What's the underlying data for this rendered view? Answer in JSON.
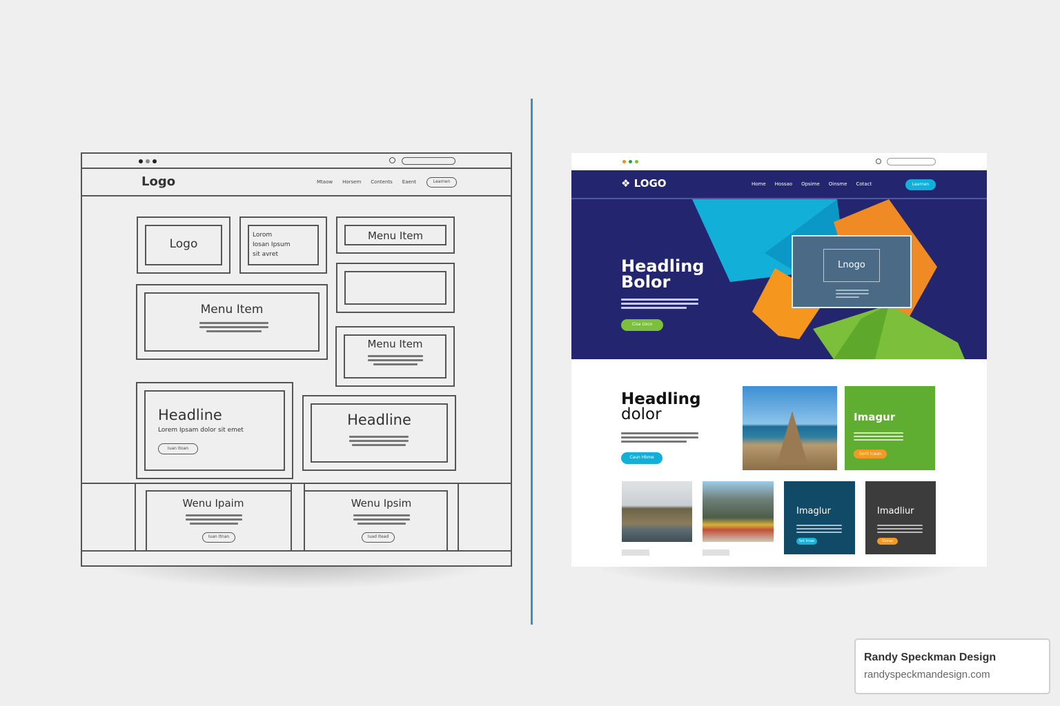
{
  "wireframe": {
    "nav_logo": "Logo",
    "nav_items": [
      "Mtaow",
      "Horsem",
      "Contents",
      "Eaent"
    ],
    "nav_button": "Learnen",
    "logo_box": "Logo",
    "text_box": [
      "Lorom",
      "Iosan Ipsum",
      "sit avret"
    ],
    "menu_items": [
      "Menu Item",
      "Menu Item",
      "Menu Item"
    ],
    "headline_left": "Headline",
    "headline_left_sub": "Lorem Ipsam dolor sit emet",
    "headline_left_button": "Iuan Itoan",
    "headline_right": "Headline",
    "card_titles": [
      "Wenu Ipaim",
      "Wenu Ipsim"
    ],
    "card_buttons": [
      "Iuan Itnan",
      "Iuad Itead"
    ]
  },
  "mockup": {
    "nav_logo": "LOGO",
    "nav_items": [
      "Home",
      "Hossao",
      "Opsime",
      "Oinsme",
      "Cotact"
    ],
    "nav_button": "Learnen",
    "hero_title_1": "Headling",
    "hero_title_2": "Bolor",
    "hero_button": "Cisa Uxco",
    "hero_card_logo": "Lnogo",
    "section_title_1": "Headling",
    "section_title_2": "dolor",
    "section_button": "Caun Hbme",
    "cards": [
      {
        "title": "Imagur",
        "button": "Sorit Icaun",
        "bg": "#5fae32",
        "btn": "#f39a25"
      },
      {
        "title": "Imaglur",
        "button": "Sot Irnae",
        "bg": "#104a66",
        "btn": "#1cb1d6"
      },
      {
        "title": "Imadliur",
        "button": "Sinrae",
        "bg": "#3c3c3c",
        "btn": "#f39a25"
      }
    ],
    "colors": {
      "navy": "#23256e",
      "cyan": "#12b0d8",
      "orange": "#f08a24",
      "green": "#7cbf3a",
      "divider": "#3a8fc8"
    }
  },
  "caption": {
    "title": "Randy Speckman Design",
    "url": "randyspeckmandesign.com"
  }
}
